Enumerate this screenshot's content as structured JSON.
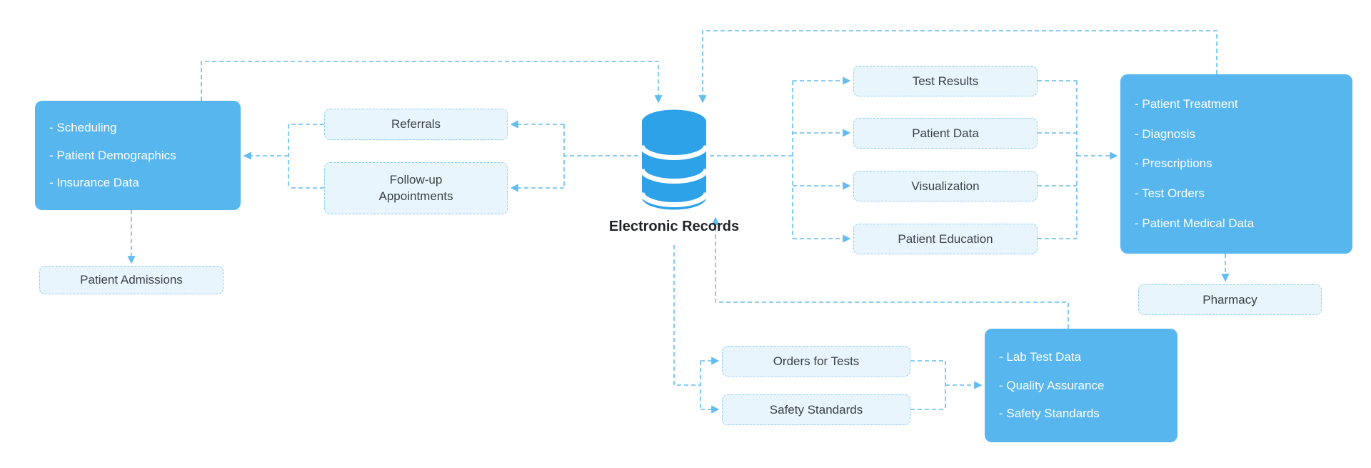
{
  "diagram": {
    "center": {
      "label": "Electronic Records",
      "icon": "database-icon"
    },
    "nodes": {
      "admin": {
        "items": [
          "- Scheduling",
          "- Patient Demographics",
          "- Insurance Data"
        ]
      },
      "patient_admissions": {
        "label": "Patient Admissions"
      },
      "referrals": {
        "label": "Referrals"
      },
      "followup_appointments": {
        "label": "Follow-up Appointments"
      },
      "test_results": {
        "label": "Test Results"
      },
      "patient_data": {
        "label": "Patient Data"
      },
      "visualization": {
        "label": "Visualization"
      },
      "patient_education": {
        "label": "Patient Education"
      },
      "clinical": {
        "items": [
          "- Patient Treatment",
          "- Diagnosis",
          "- Prescriptions",
          "- Test Orders",
          "- Patient Medical Data"
        ]
      },
      "pharmacy": {
        "label": "Pharmacy"
      },
      "orders_for_tests": {
        "label": "Orders for Tests"
      },
      "safety_standards": {
        "label": "Safety Standards"
      },
      "lab": {
        "items": [
          "- Lab Test Data",
          "- Quality Assurance",
          "- Safety Standards"
        ]
      }
    },
    "colors": {
      "solid_box": "#58b6ef",
      "dashed_box_fill": "#e9f5fd",
      "dashed_box_border": "#8cccf4",
      "connector": "#64bcf0",
      "database_icon": "#2da2e9",
      "solid_box_text": "#ffffff",
      "dashed_box_text": "#3a4046",
      "center_label_text": "#1f2226"
    }
  }
}
